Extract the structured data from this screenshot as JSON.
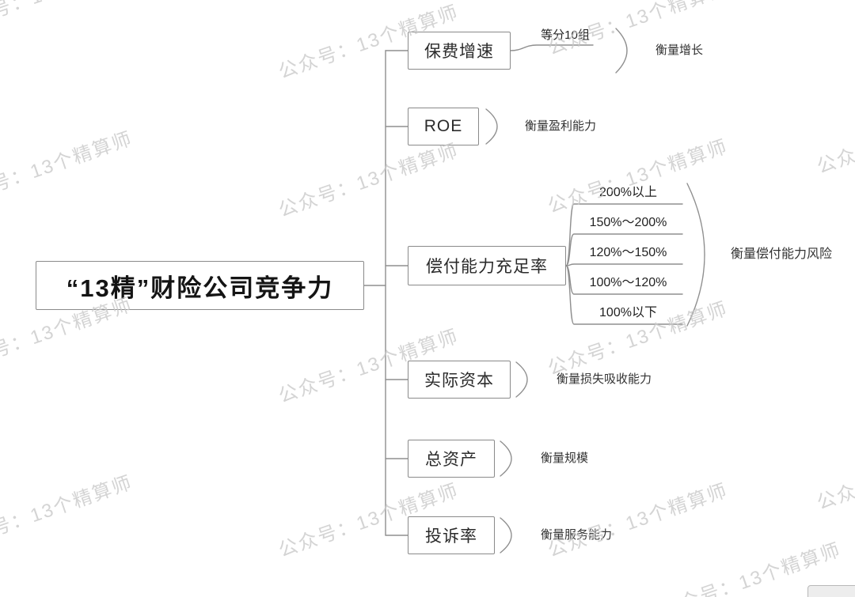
{
  "watermark": {
    "text": "公众号：13个精算师"
  },
  "root": {
    "label": "“13精”财险公司竞争力"
  },
  "branches": {
    "premium": {
      "label": "保费增速",
      "sub": "等分10组",
      "desc": "衡量增长"
    },
    "roe": {
      "label": "ROE",
      "desc": "衡量盈利能力"
    },
    "solvency": {
      "label": "偿付能力充足率",
      "desc": "衡量偿付能力风险",
      "ranges": [
        "200%以上",
        "150%～200%",
        "120%～150%",
        "100%～120%",
        "100%以下"
      ]
    },
    "capital": {
      "label": "实际资本",
      "desc": "衡量损失吸收能力"
    },
    "assets": {
      "label": "总资产",
      "desc": "衡量规模"
    },
    "complaints": {
      "label": "投诉率",
      "desc": "衡量服务能力"
    }
  }
}
